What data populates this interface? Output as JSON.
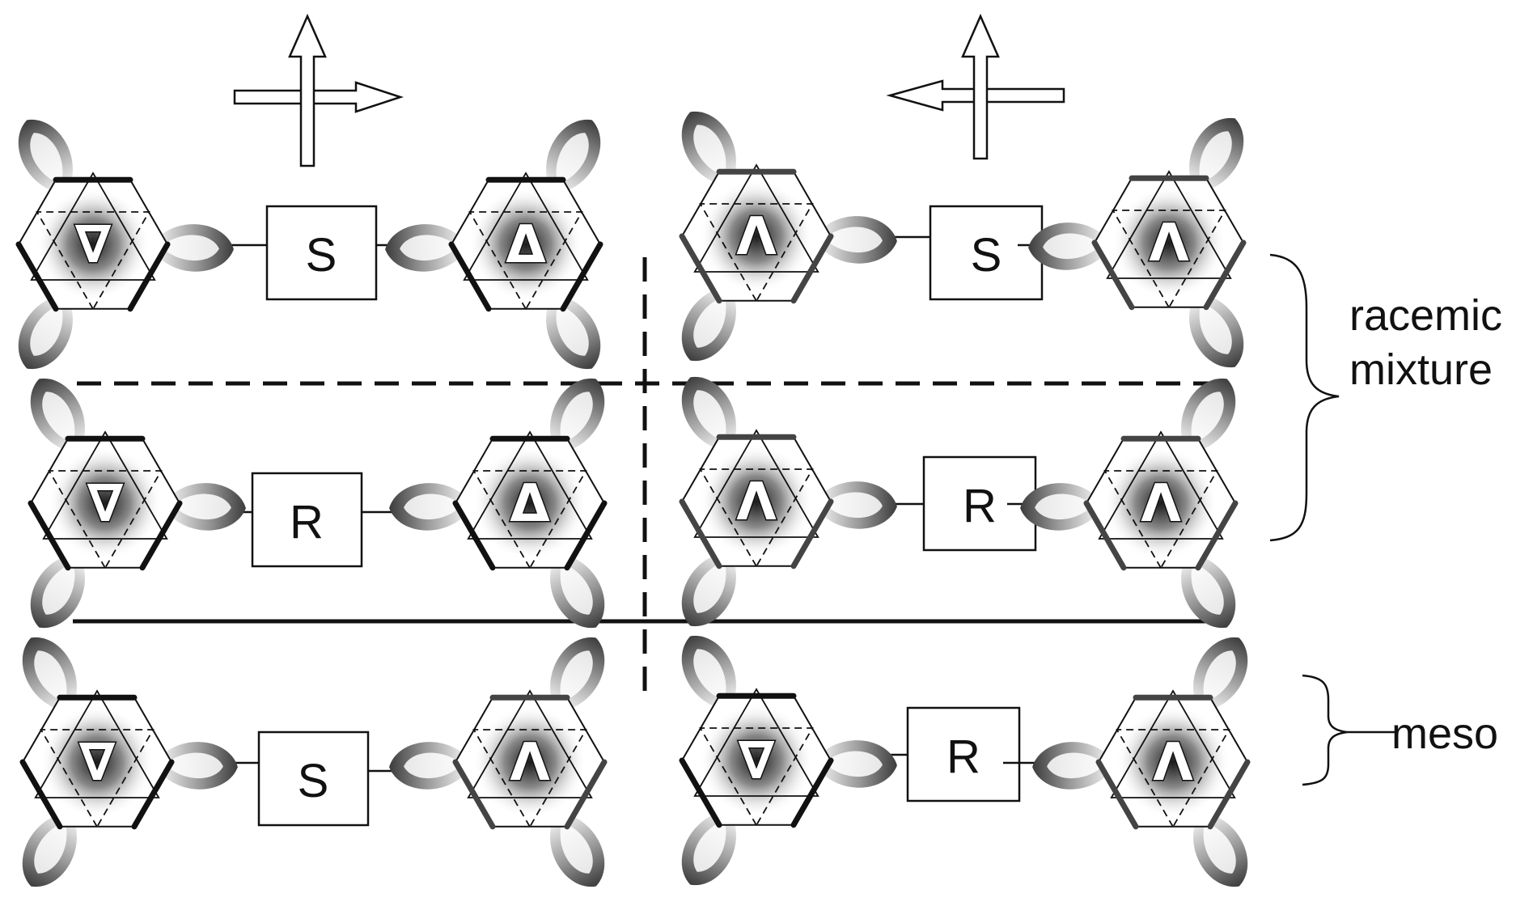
{
  "diagram": {
    "rows": [
      {
        "left": {
          "box_label": "S",
          "left_glyph": "∇",
          "right_glyph": "Δ"
        },
        "right": {
          "box_label": "S",
          "left_glyph": "Λ",
          "right_glyph": "Ʌ"
        }
      },
      {
        "left": {
          "box_label": "R",
          "left_glyph": "∇",
          "right_glyph": "Δ"
        },
        "right": {
          "box_label": "R",
          "left_glyph": "Λ",
          "right_glyph": "Ʌ"
        }
      },
      {
        "left": {
          "box_label": "S",
          "left_glyph": "∇",
          "right_glyph": "Ʌ"
        },
        "right": {
          "box_label": "R",
          "left_glyph": "∇",
          "right_glyph": "Ʌ"
        }
      }
    ],
    "group_labels": {
      "racemic_line1": "racemic",
      "racemic_line2": "mixture",
      "meso": "meso"
    }
  }
}
